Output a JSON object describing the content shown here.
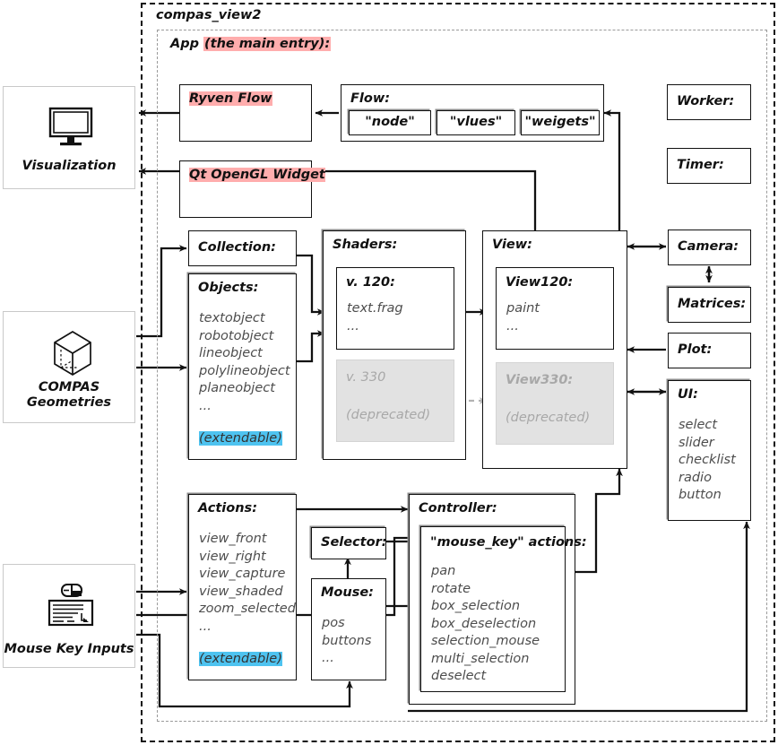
{
  "containers": {
    "outer": {
      "label": "compas_view2"
    },
    "inner": {
      "label_plain": "App ",
      "label_hl": "(the main entry):"
    }
  },
  "io_nodes": [
    {
      "name": "visualization",
      "label": "Visualization",
      "icon": "monitor-icon"
    },
    {
      "name": "compas-geometries",
      "label_line1": "COMPAS",
      "label_line2": "Geometries",
      "icon": "cube-icon"
    },
    {
      "name": "mouse-key-inputs",
      "label": "Mouse Key Inputs",
      "icon": "mouse-keyboard-icon"
    }
  ],
  "app": {
    "ryven_flow": {
      "title": "Ryven Flow"
    },
    "qt_opengl_widget": {
      "title": "Qt OpenGL Widget"
    },
    "flow": {
      "title": "Flow:",
      "chips": [
        "\"node\"",
        "\"vlues\"",
        "\"weigets\""
      ]
    },
    "worker": {
      "title": "Worker:"
    },
    "timer": {
      "title": "Timer:"
    },
    "camera": {
      "title": "Camera:"
    },
    "matrices": {
      "title": "Matrices:"
    },
    "plot": {
      "title": "Plot:"
    },
    "ui": {
      "title": "UI:",
      "items": [
        "select",
        "slider",
        "checklist",
        "radio",
        "button"
      ]
    },
    "collection": {
      "title": "Collection:"
    },
    "objects": {
      "title": "Objects:",
      "items": [
        "textobject",
        "robotobject",
        "lineobject",
        "polylineobject",
        "planeobject",
        "..."
      ],
      "note": "(extendable)"
    },
    "shaders": {
      "title": "Shaders:",
      "v120": {
        "title": "v. 120:",
        "items": [
          "text.frag",
          "..."
        ]
      },
      "v330": {
        "title": "v. 330",
        "status": "(deprecated)"
      }
    },
    "view": {
      "title": "View:",
      "view120": {
        "title": "View120:",
        "items": [
          "paint",
          "..."
        ]
      },
      "view330": {
        "title": "View330:",
        "status": "(deprecated)"
      }
    },
    "actions": {
      "title": "Actions:",
      "items": [
        "view_front",
        "view_right",
        "view_capture",
        "view_shaded",
        "zoom_selected",
        "..."
      ],
      "note": "(extendable)"
    },
    "selector": {
      "title": "Selector:"
    },
    "mouse": {
      "title": "Mouse:",
      "items": [
        "pos",
        "buttons",
        "..."
      ]
    },
    "controller": {
      "title": "Controller:",
      "mouse_key": {
        "title": "\"mouse_key\" actions:",
        "items": [
          "pan",
          "rotate",
          "box_selection",
          "box_deselection",
          "selection_mouse",
          "multi_selection",
          "deselect"
        ]
      }
    }
  },
  "colors": {
    "highlight_red": "#ffadad",
    "highlight_blue": "#4ec3f0",
    "deprecated_fill": "#e2e2e2",
    "deprecated_text": "#a8a8a8",
    "stroke": "#111111",
    "list_text": "#4d4d4d"
  }
}
